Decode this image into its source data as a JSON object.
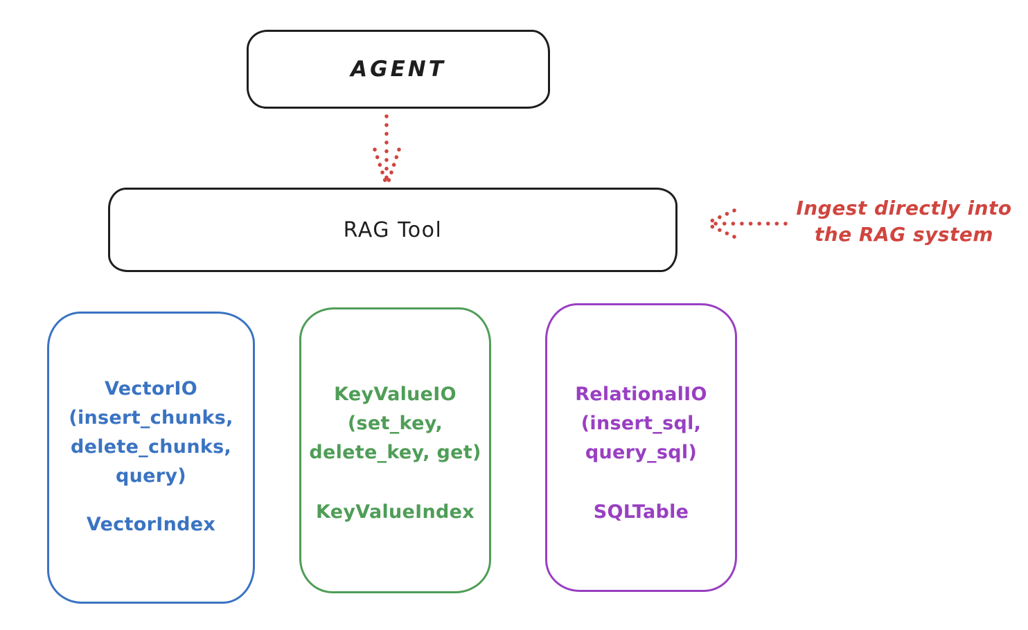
{
  "diagram": {
    "agent_box": {
      "label": "AGENT"
    },
    "rag_tool_box": {
      "label": "RAG Tool"
    },
    "annotation": {
      "line1": "Ingest directly into",
      "line2": "the RAG system"
    },
    "io_boxes": [
      {
        "id": "vector-io",
        "lines": [
          "VectorIO",
          "(insert_chunks,",
          "delete_chunks,",
          "query)"
        ],
        "index_label": "VectorIndex",
        "color": "#3a73c2"
      },
      {
        "id": "keyvalue-io",
        "lines": [
          "KeyValueIO",
          "(set_key,",
          "delete_key, get)"
        ],
        "index_label": "KeyValueIndex",
        "color": "#4f9d57"
      },
      {
        "id": "relational-io",
        "lines": [
          "RelationalIO",
          "(insert_sql,",
          "query_sql)"
        ],
        "index_label": "SQLTable",
        "color": "#993fc2"
      }
    ],
    "colors": {
      "stroke": "#1e1e1e",
      "accent_red": "#d0453f",
      "vector_blue": "#3a73c2",
      "keyvalue_green": "#4f9d57",
      "relational_purple": "#993fc2"
    }
  }
}
